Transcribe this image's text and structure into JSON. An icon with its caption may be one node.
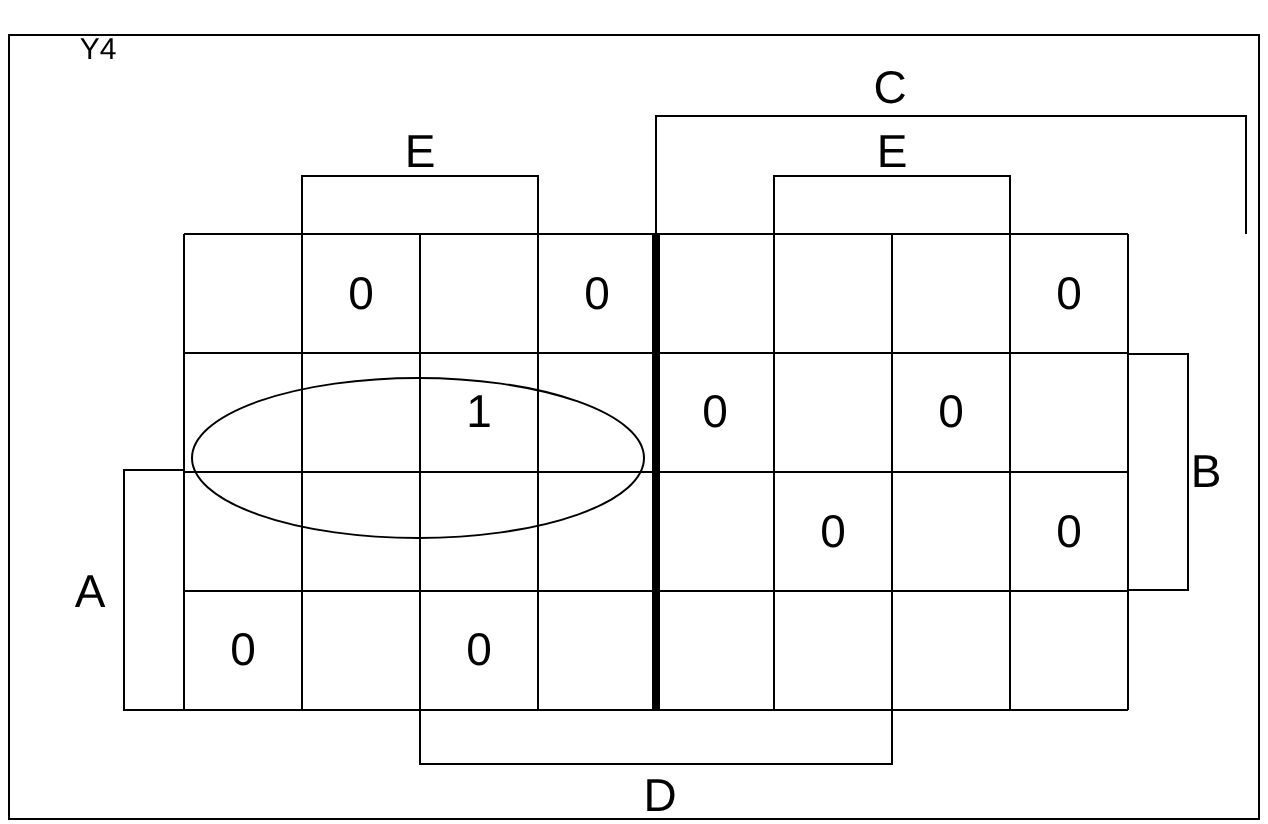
{
  "diagram": {
    "labels": [
      "Y4",
      "C",
      "E",
      "E",
      "0",
      "0",
      "0",
      "1",
      "0",
      "0",
      "B",
      "0",
      "0",
      "A",
      "0",
      "0",
      "D"
    ]
  }
}
